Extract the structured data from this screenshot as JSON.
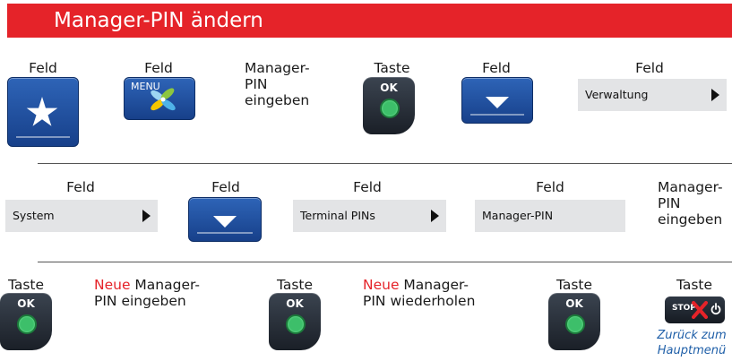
{
  "header": {
    "title": "Manager-PIN ändern",
    "color": "#e52329"
  },
  "row1": {
    "step1": {
      "label": "Feld",
      "icon": "star-icon"
    },
    "step2": {
      "label": "Feld",
      "icon_text": "MENU",
      "icon": "menu-flower-icon"
    },
    "step3": {
      "line1": "Manager-",
      "line2": "PIN",
      "line3": "eingeben"
    },
    "step4": {
      "label": "Taste",
      "key": "OK"
    },
    "step5": {
      "label": "Feld",
      "icon": "arrow-down-icon"
    },
    "step6": {
      "label": "Feld",
      "field_text": "Verwaltung"
    }
  },
  "row2": {
    "step1": {
      "label": "Feld",
      "field_text": "System"
    },
    "step2": {
      "label": "Feld",
      "icon": "arrow-down-icon"
    },
    "step3": {
      "label": "Feld",
      "field_text": "Terminal PINs"
    },
    "step4": {
      "label": "Feld",
      "field_text": "Manager-PIN"
    },
    "step5": {
      "line1": "Manager-",
      "line2": "PIN",
      "line3": "eingeben"
    }
  },
  "row3": {
    "step1": {
      "label": "Taste",
      "key": "OK"
    },
    "step2": {
      "highlight": "Neue",
      "line1_rest": " Manager-",
      "line2": "PIN eingeben"
    },
    "step3": {
      "label": "Taste",
      "key": "OK"
    },
    "step4": {
      "highlight": "Neue",
      "line1_rest": " Manager-",
      "line2": "PIN wiederholen"
    },
    "step5": {
      "label": "Taste",
      "key": "OK"
    },
    "step6": {
      "label": "Taste",
      "stop_text": "STOP",
      "line1": "Zurück zum",
      "line2": "Hauptmenü"
    }
  }
}
